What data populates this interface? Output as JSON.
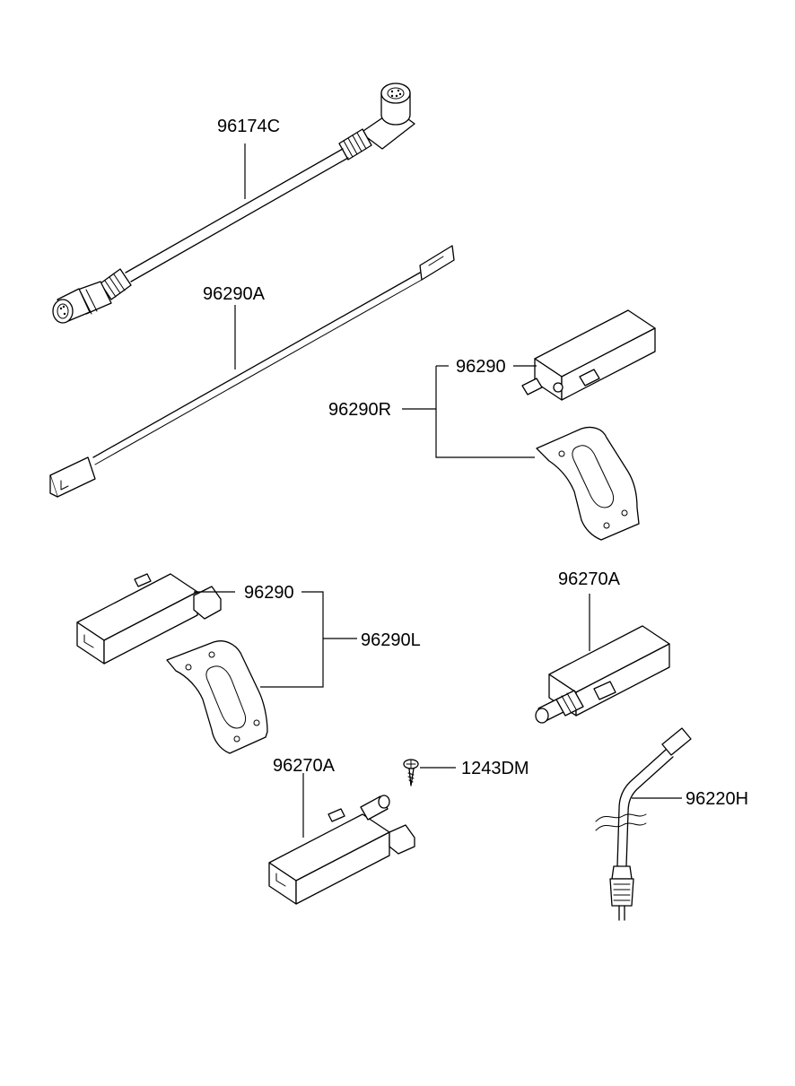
{
  "labels": {
    "p96174C": "96174C",
    "p96290A": "96290A",
    "p96290_r": "96290",
    "p96290R": "96290R",
    "p96290_l": "96290",
    "p96290L": "96290L",
    "p96270A_r": "96270A",
    "p96270A_c": "96270A",
    "p1243DM": "1243DM",
    "p96220H": "96220H"
  }
}
